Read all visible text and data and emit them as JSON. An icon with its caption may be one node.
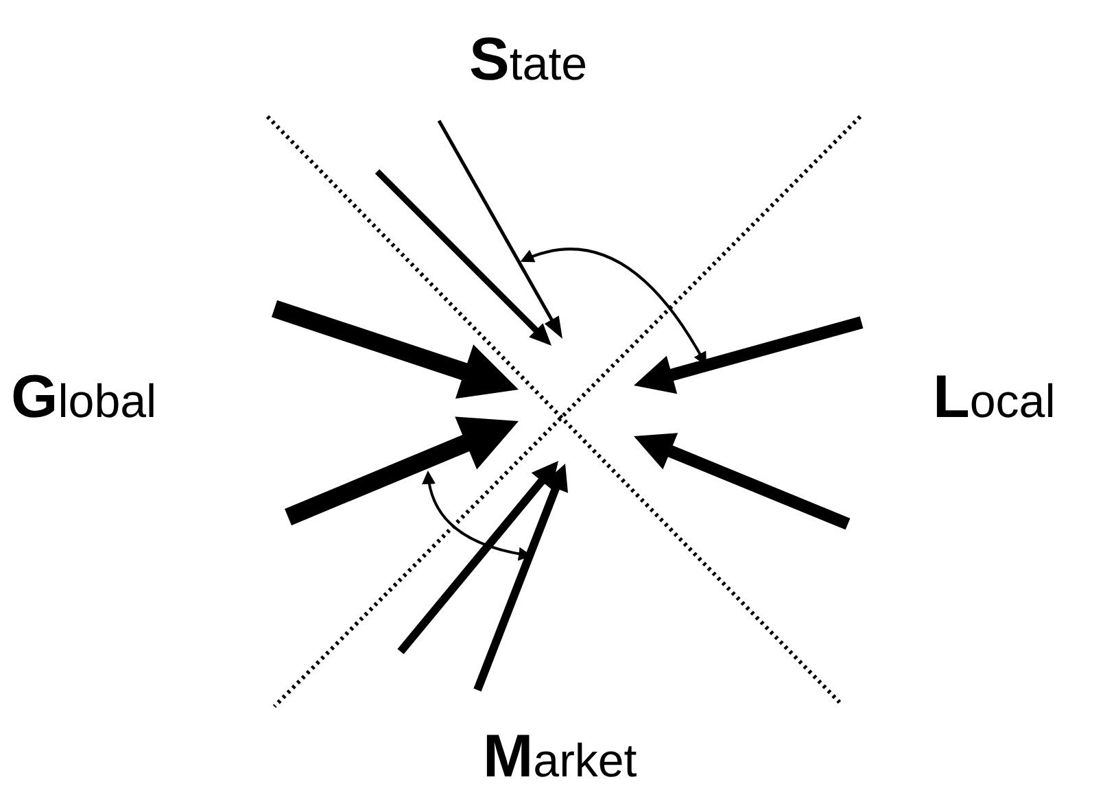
{
  "diagram": {
    "labels": [
      "**S**tate",
      "**G**lobal",
      "**L**ocal",
      "**M**arket"
    ]
  }
}
